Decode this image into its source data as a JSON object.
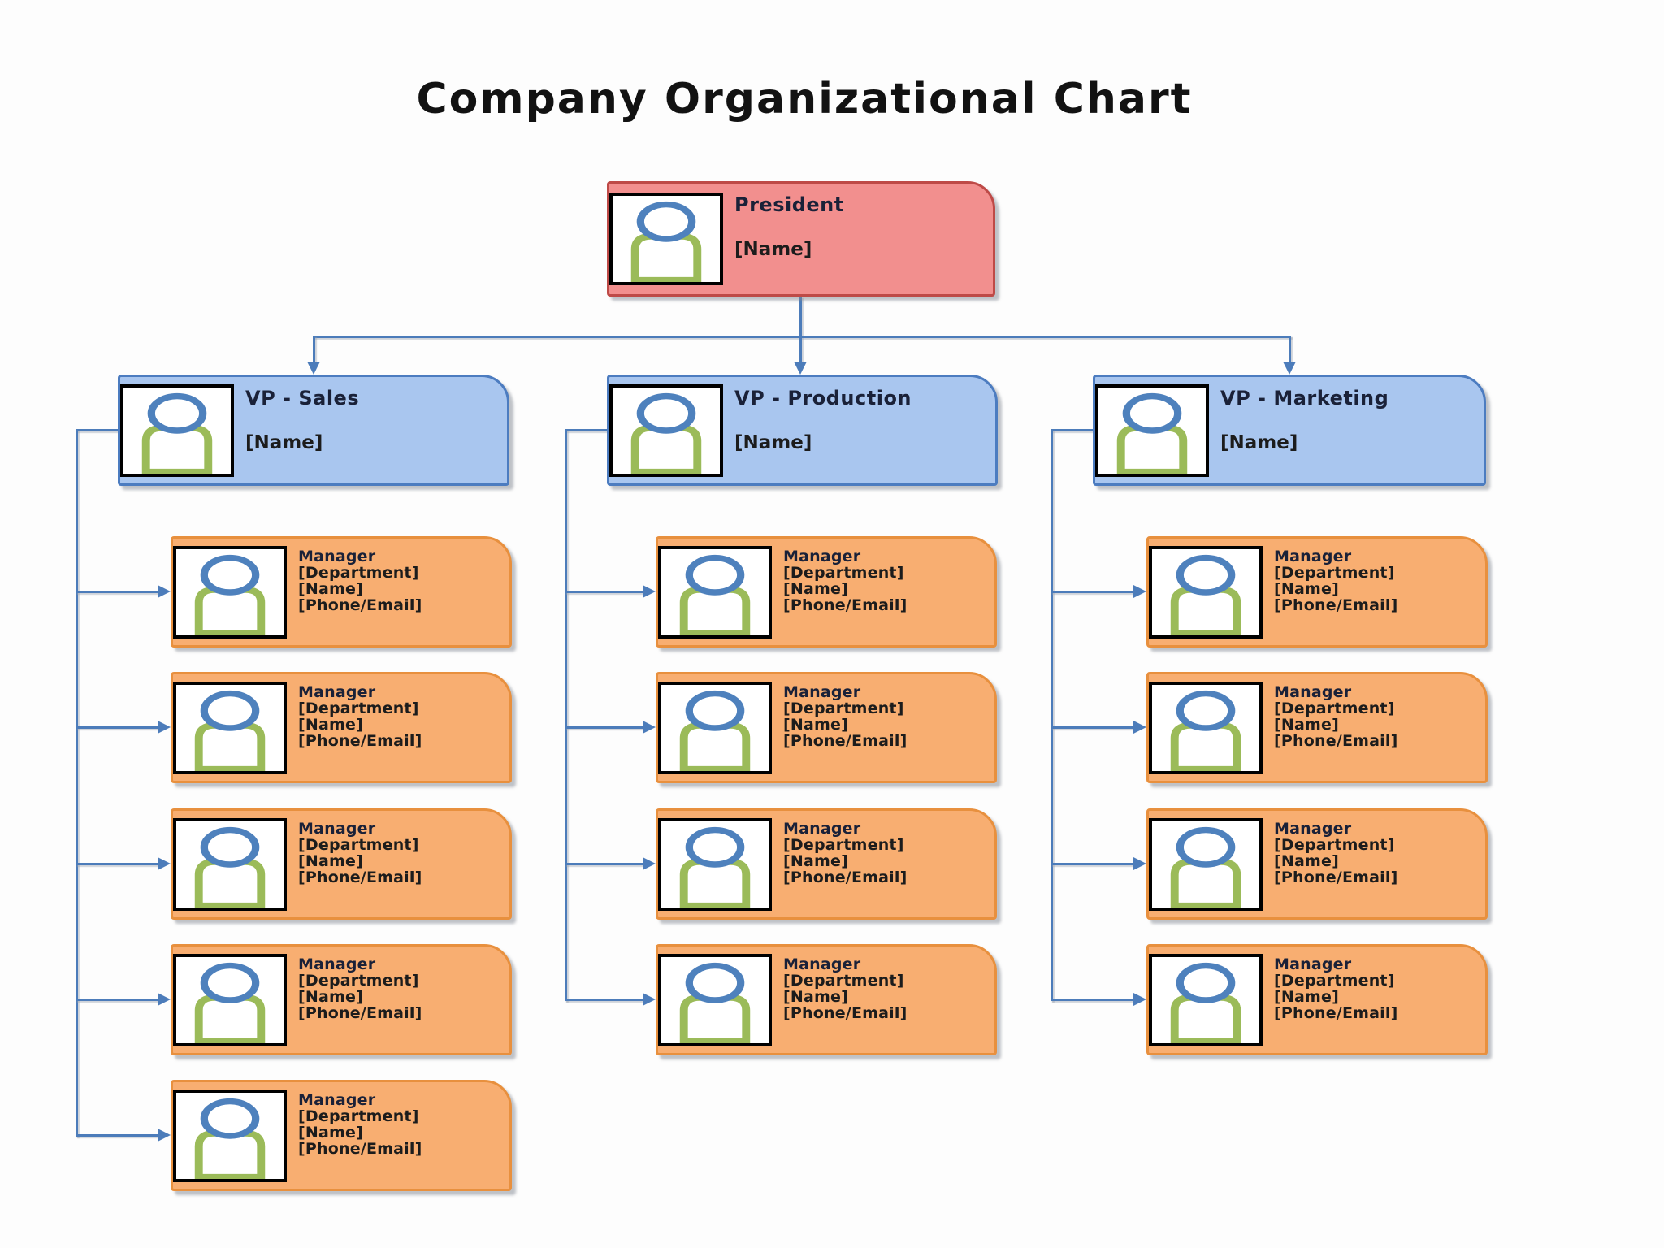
{
  "title": "Company Organizational Chart",
  "colors": {
    "president_fill": "#F28F8E",
    "president_border": "#BE4A47",
    "vp_fill": "#A9C6EF",
    "vp_border": "#4C7CC0",
    "manager_fill": "#F8AE71",
    "manager_border": "#E8903E",
    "connector": "#4C7CBA",
    "icon_head": "#4E81BD",
    "icon_body": "#9BBB59",
    "photo_border": "#000000",
    "heading_text": "#1A2138",
    "body_text": "#1C1C1C",
    "title_text": "#121212"
  },
  "org": {
    "president": {
      "title": "President",
      "name": "[Name]"
    },
    "vps": [
      {
        "title": "VP - Sales",
        "name": "[Name]",
        "managers": [
          {
            "title": "Manager",
            "department": "[Department]",
            "name": "[Name]",
            "contact": "[Phone/Email]"
          },
          {
            "title": "Manager",
            "department": "[Department]",
            "name": "[Name]",
            "contact": "[Phone/Email]"
          },
          {
            "title": "Manager",
            "department": "[Department]",
            "name": "[Name]",
            "contact": "[Phone/Email]"
          },
          {
            "title": "Manager",
            "department": "[Department]",
            "name": "[Name]",
            "contact": "[Phone/Email]"
          },
          {
            "title": "Manager",
            "department": "[Department]",
            "name": "[Name]",
            "contact": "[Phone/Email]"
          }
        ]
      },
      {
        "title": "VP - Production",
        "name": "[Name]",
        "managers": [
          {
            "title": "Manager",
            "department": "[Department]",
            "name": "[Name]",
            "contact": "[Phone/Email]"
          },
          {
            "title": "Manager",
            "department": "[Department]",
            "name": "[Name]",
            "contact": "[Phone/Email]"
          },
          {
            "title": "Manager",
            "department": "[Department]",
            "name": "[Name]",
            "contact": "[Phone/Email]"
          },
          {
            "title": "Manager",
            "department": "[Department]",
            "name": "[Name]",
            "contact": "[Phone/Email]"
          }
        ]
      },
      {
        "title": "VP - Marketing",
        "name": "[Name]",
        "managers": [
          {
            "title": "Manager",
            "department": "[Department]",
            "name": "[Name]",
            "contact": "[Phone/Email]"
          },
          {
            "title": "Manager",
            "department": "[Department]",
            "name": "[Name]",
            "contact": "[Phone/Email]"
          },
          {
            "title": "Manager",
            "department": "[Department]",
            "name": "[Name]",
            "contact": "[Phone/Email]"
          },
          {
            "title": "Manager",
            "department": "[Department]",
            "name": "[Name]",
            "contact": "[Phone/Email]"
          }
        ]
      }
    ]
  }
}
